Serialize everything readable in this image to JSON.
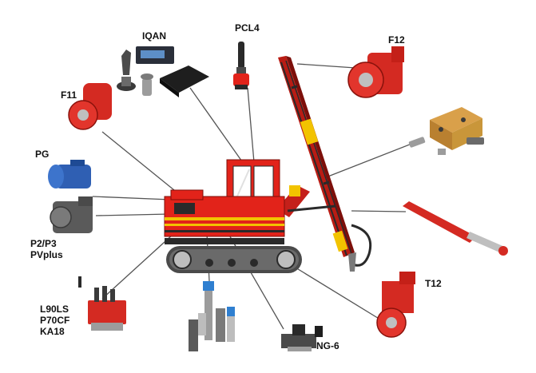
{
  "labels": {
    "iqan": "IQAN",
    "pcl4": "PCL4",
    "f12": "F12",
    "f11": "F11",
    "pg": "PG",
    "p2p3": "P2/P3",
    "pvplus": "PVplus",
    "l90ls": "L90LS",
    "p70cf": "P70CF",
    "ka18": "KA18",
    "ng6": "NG-6",
    "t12": "T12"
  },
  "colors": {
    "machine_red": "#e2231a",
    "machine_dark": "#2a2a2a",
    "stripe_yellow": "#f2c300",
    "connector_line": "#555555",
    "pump_blue": "#2f5fb3",
    "brass": "#c9963a"
  }
}
